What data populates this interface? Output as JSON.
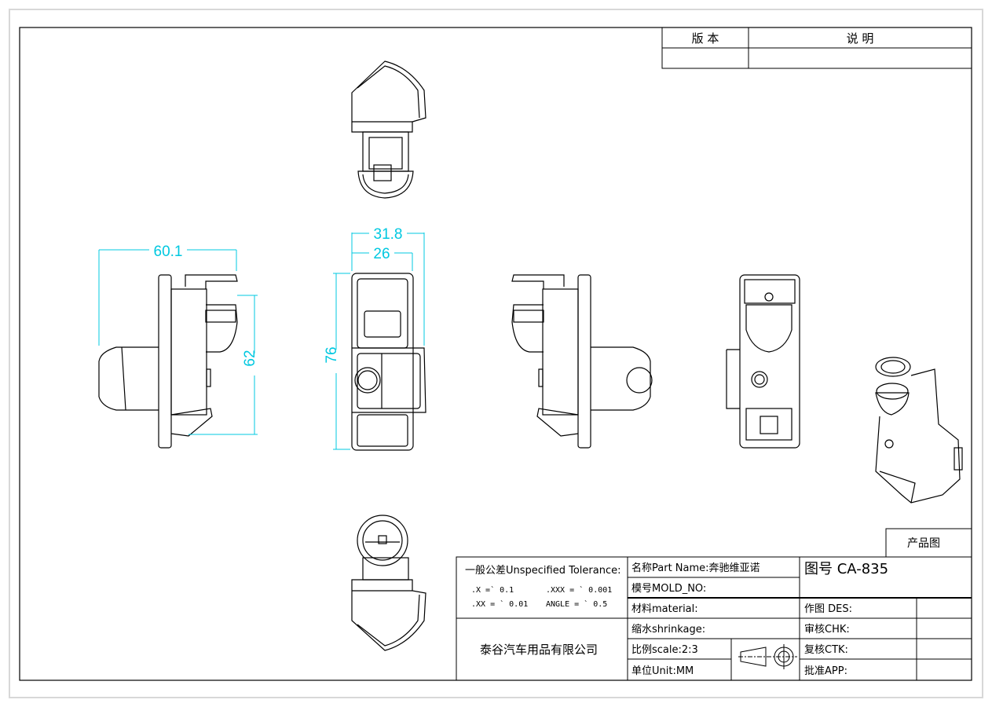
{
  "revision_table": {
    "version_header": "版 本",
    "description_header": "说 明"
  },
  "dimensions": {
    "width_side": "60.1",
    "height_side": "62",
    "width_outer": "31.8",
    "width_inner": "26",
    "height_front": "76"
  },
  "product_label": "产品图",
  "title_block": {
    "tolerance_title": "一般公差Unspecified Tolerance:",
    "tol_x": ".X  =` 0.1",
    "tol_xx": ".XX = ` 0.01",
    "tol_xxx": ".XXX = ` 0.001",
    "tol_angle": "ANGLE =   ` 0.5",
    "company": "泰谷汽车用品有限公司",
    "part_name": "名称Part Name:奔驰维亚诺",
    "mold_no": "模号MOLD_NO:",
    "material": "材料material:",
    "shrinkage": "缩水shrinkage:",
    "scale": "比例scale:2:3",
    "unit": "单位Unit:MM",
    "drawing_no": "图号 CA-835",
    "designer": "作图 DES:",
    "checker": "审核CHK:",
    "cross_checker": "复核CTK:",
    "approver": "批准APP:"
  },
  "colors": {
    "dimension": "#00c8e0",
    "line": "#000000",
    "frame": "#d8d8d8"
  }
}
